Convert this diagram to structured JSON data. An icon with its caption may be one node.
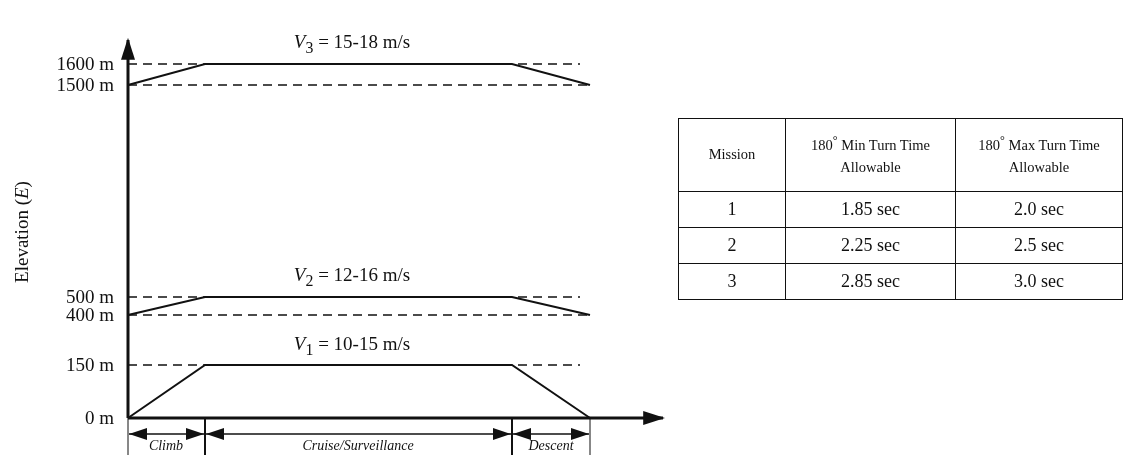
{
  "diagram": {
    "labels": [
      "*V*$_{3}$ = 15-18 m/s",
      "1600 m",
      "1500 m",
      "Elevation (*E*)",
      "Mission",
      "180$^{°}$ Min Turn Time Allowable",
      "180$^{°}$ Max Turn Time Allowable",
      "1",
      "1.85 sec",
      "2.0 sec",
      "2",
      "2.25 sec",
      "2.5 sec",
      "3",
      "2.85 sec",
      "3.0 sec",
      "*V*$_{2}$ = 12-16 m/s",
      "500 m",
      "400 m",
      "*V*$_{1}$ = 10-15 m/s",
      "150 m",
      "0 m",
      "Climb",
      "Cruise/Surveillance",
      "Descent"
    ]
  }
}
